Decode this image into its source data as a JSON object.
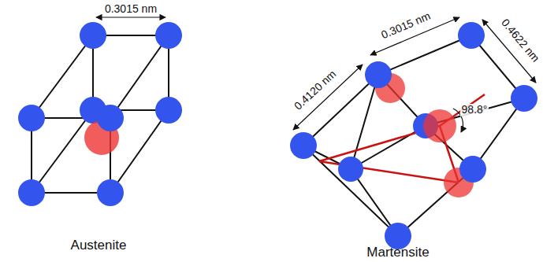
{
  "diagram": {
    "labels": [
      "0.3015 nm",
      "Austenite",
      "0.4120 nm",
      "0.3015 nm",
      "0.4622 nm",
      "98.8°",
      "Martensite"
    ]
  }
}
